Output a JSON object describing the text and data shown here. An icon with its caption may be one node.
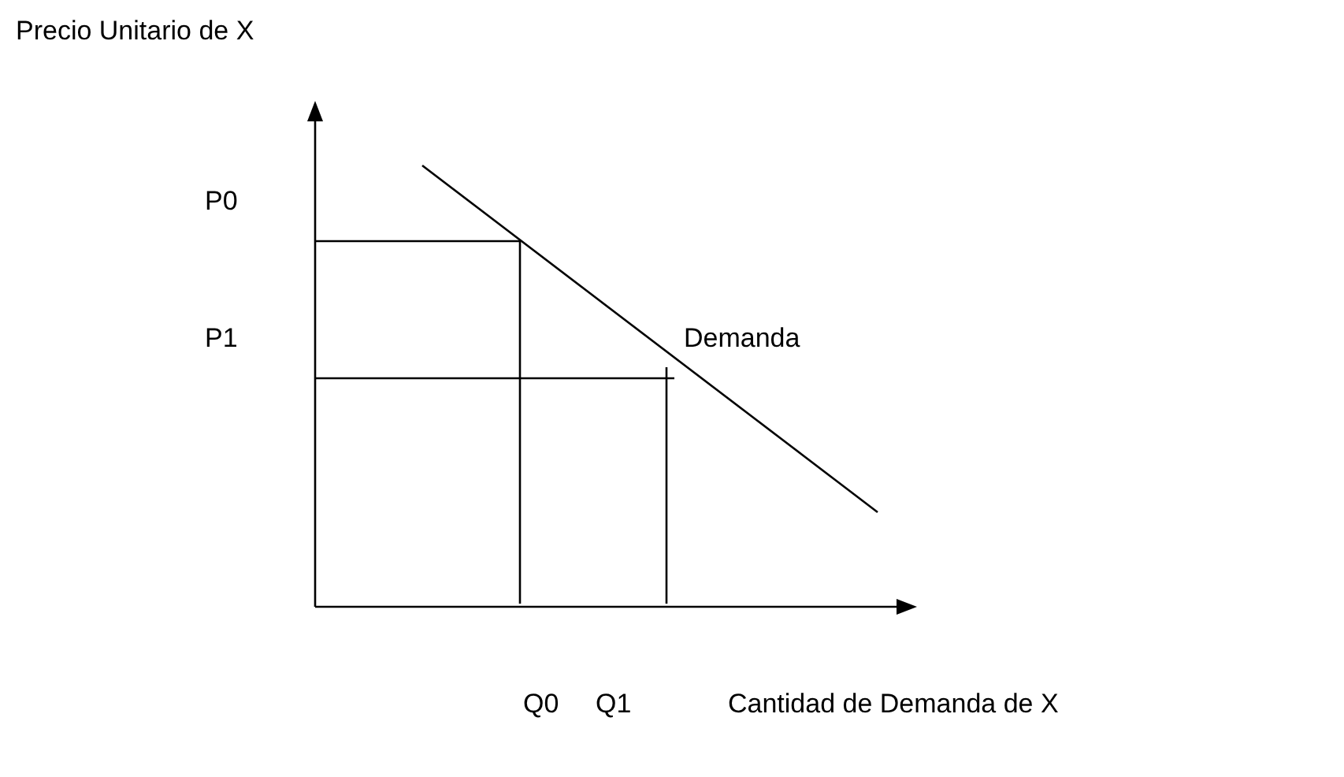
{
  "diagram": {
    "labels": [
      "Precio Unitario de X",
      "P0",
      "P1",
      "Demanda",
      "Q0",
      "Q1",
      "Cantidad de Demanda de X"
    ]
  }
}
